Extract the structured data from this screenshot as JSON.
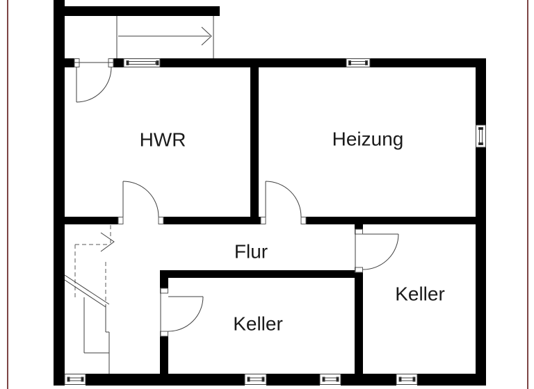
{
  "colors": {
    "background": "#ffffff",
    "wall": "#000000",
    "line": "#3f3f3f",
    "dash": "#5a5a5a",
    "text": "#1a1a1a",
    "page_border": "#7d4545"
  },
  "rooms": [
    {
      "id": "hwr",
      "label": "HWR"
    },
    {
      "id": "heizung",
      "label": "Heizung"
    },
    {
      "id": "flur",
      "label": "Flur"
    },
    {
      "id": "keller-middle",
      "label": "Keller"
    },
    {
      "id": "keller-right",
      "label": "Keller"
    }
  ],
  "icons": [
    {
      "name": "stair-direction-arrow-upper",
      "glyph": "chevron-right"
    },
    {
      "name": "stair-direction-arrow-lower",
      "glyph": "chevron-right"
    }
  ]
}
